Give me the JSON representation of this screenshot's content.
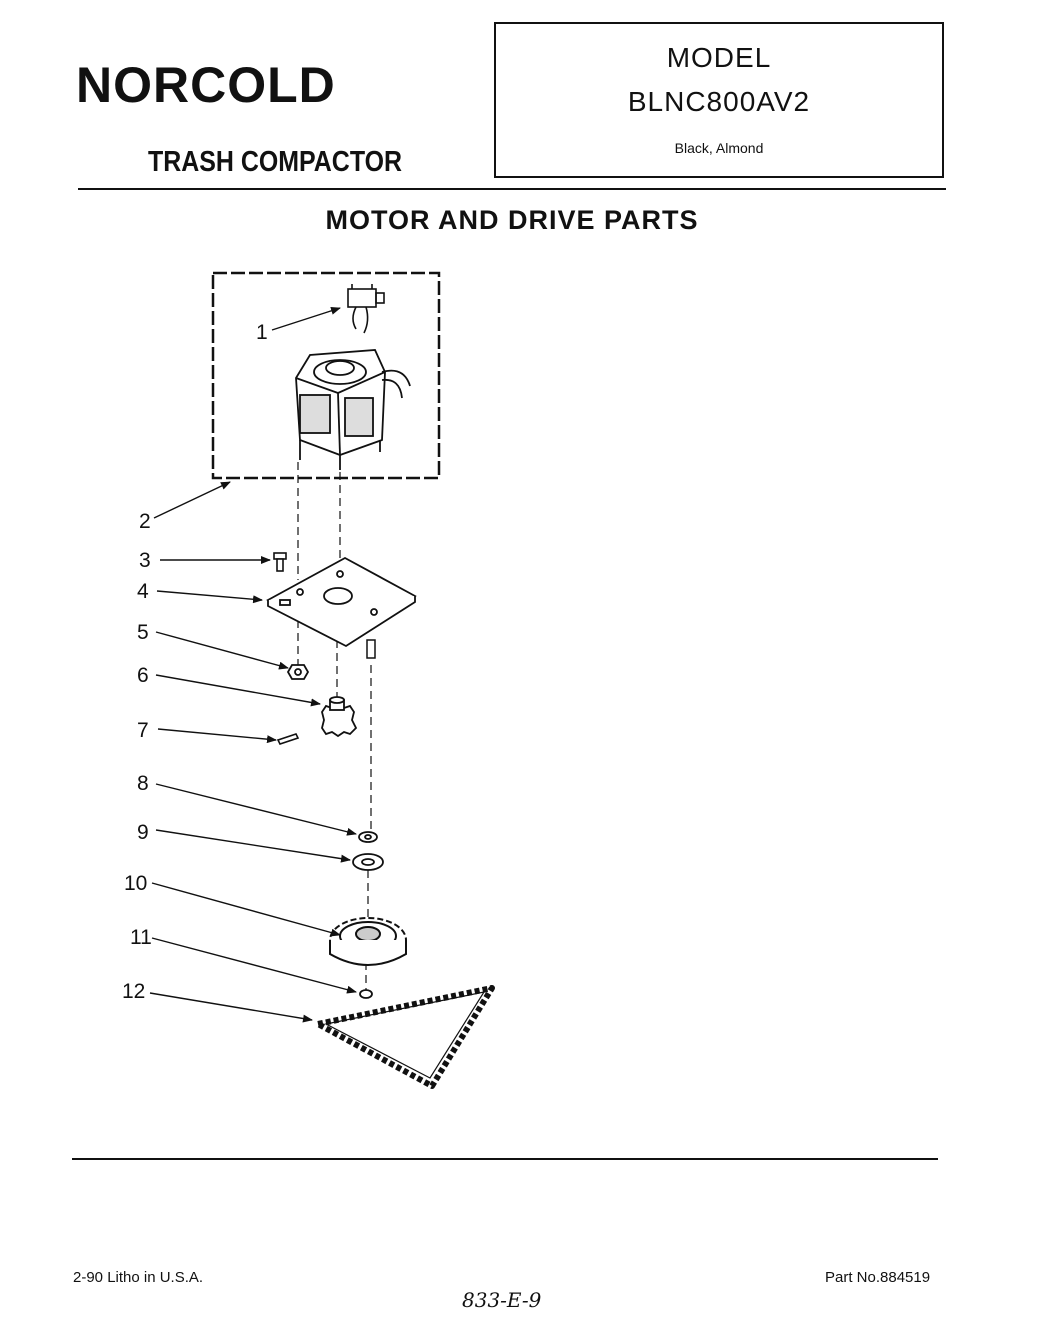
{
  "header": {
    "brand": "NORCOLD",
    "product": "TRASH COMPACTOR",
    "model_label": "MODEL",
    "model_number": "BLNC800AV2",
    "colors": "Black, Almond"
  },
  "section_title": "MOTOR AND DRIVE PARTS",
  "diagram": {
    "callouts": [
      "1",
      "2",
      "3",
      "4",
      "5",
      "6",
      "7",
      "8",
      "9",
      "10",
      "11",
      "12"
    ],
    "parts": [
      "motor-switch",
      "motor",
      "motor-assembly-frame",
      "screw",
      "mounting-bracket",
      "nut",
      "pinion-gear",
      "set-screw",
      "washer",
      "spacer-washer",
      "drive-gear",
      "retaining-ring",
      "drive-chain"
    ]
  },
  "footer": {
    "litho": "2-90 Litho in U.S.A.",
    "part_number": "Part No.884519",
    "handwritten_code": "833-E-9"
  }
}
